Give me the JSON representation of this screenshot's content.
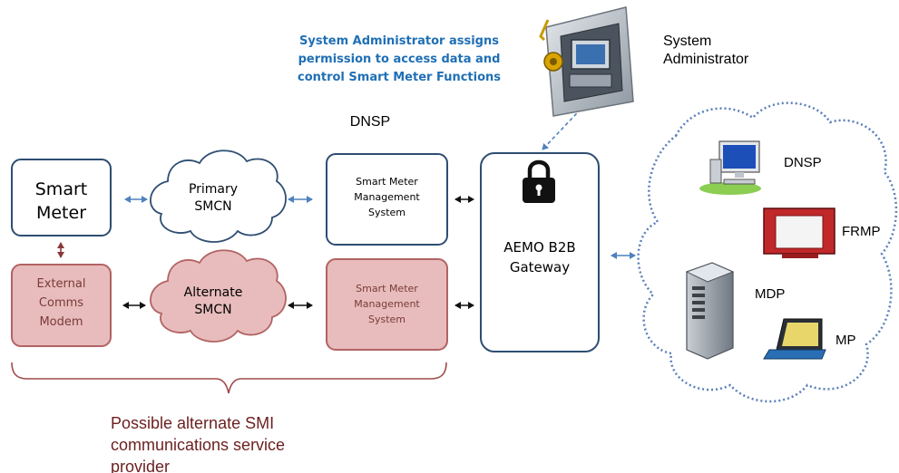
{
  "admin_note": [
    "System Administrator assigns",
    "permission to access data and",
    "control Smart Meter Functions"
  ],
  "admin_label": [
    "System",
    "Administrator"
  ],
  "dnsp_header": "DNSP",
  "nodes": {
    "smart_meter": [
      "Smart",
      "Meter"
    ],
    "primary_smcn": [
      "Primary",
      "SMCN"
    ],
    "smms_primary": [
      "Smart Meter",
      "Management",
      "System"
    ],
    "external_modem": [
      "External",
      "Comms",
      "Modem"
    ],
    "alternate_smcn": [
      "Alternate",
      "SMCN"
    ],
    "smms_alternate": [
      "Smart Meter",
      "Management",
      "System"
    ],
    "gateway": [
      "AEMO B2B",
      "Gateway"
    ]
  },
  "participants": {
    "dnsp": "DNSP",
    "frmp": "FRMP",
    "mdp": "MDP",
    "mp": "MP"
  },
  "brace_caption": [
    "Possible alternate SMI",
    "communications service",
    "provider"
  ],
  "colors": {
    "box_border_blue": "#2e4d72",
    "alt_fill": "#e8bcbc",
    "alt_border": "#b26363",
    "alt_text": "#7a3a3a",
    "note_blue": "#1f6fb5",
    "arrow_blue": "#4f81bd",
    "caption_red": "#6b1f1f",
    "cloud_dots": "#5a7fb8"
  },
  "icons": [
    "safe-computer-icon",
    "padlock-icon",
    "desktop-computer-icon",
    "red-monitor-icon",
    "server-tower-icon",
    "laptop-icon"
  ]
}
